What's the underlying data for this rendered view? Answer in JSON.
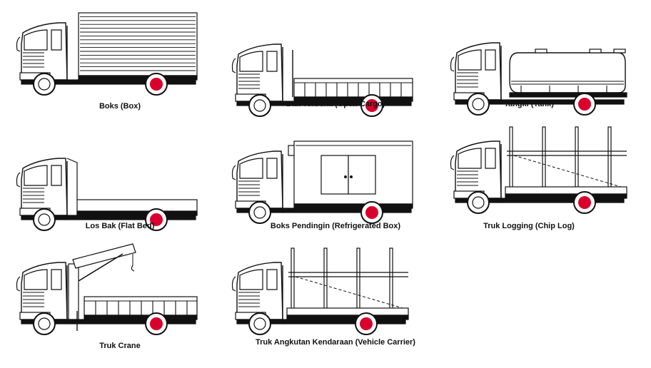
{
  "accent_color": "#d9002b",
  "trucks": [
    {
      "label": "Boks (Box)",
      "body": "box"
    },
    {
      "label": "Bak Terbuka (Open Cargo)",
      "body": "open-cargo"
    },
    {
      "label": "Tangki (Tank)",
      "body": "tank"
    },
    {
      "label": "Los Bak (Flat Bed)",
      "body": "flat-bed"
    },
    {
      "label": "Boks Pendingin (Refrigerated Box)",
      "body": "refrigerated-box"
    },
    {
      "label": "Truk Logging (Chip Log)",
      "body": "logging"
    },
    {
      "label": "Truk Crane",
      "body": "crane"
    },
    {
      "label": "Truk Angkutan Kendaraan (Vehicle Carrier)",
      "body": "vehicle-carrier"
    }
  ]
}
